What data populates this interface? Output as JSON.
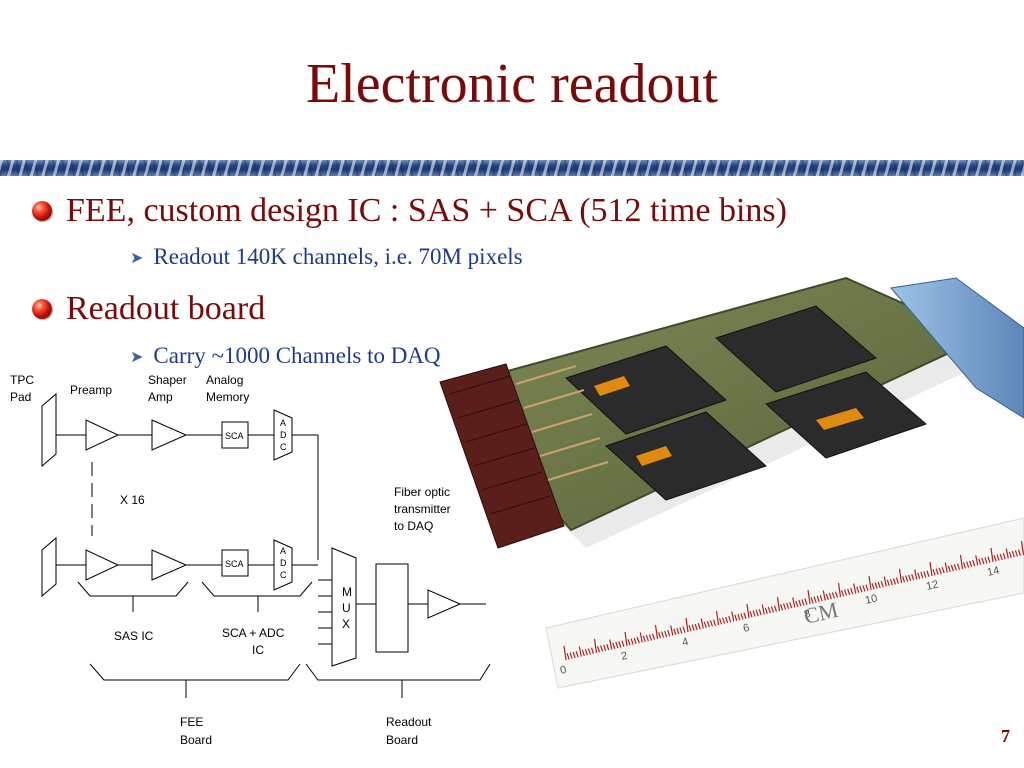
{
  "slide": {
    "title": "Electronic readout",
    "bullets": [
      {
        "text": "FEE, custom design IC : SAS + SCA (512 time bins)",
        "sub": "Readout 140K channels, i.e. 70M pixels"
      },
      {
        "text": "Readout board",
        "sub": "Carry ~1000 Channels to DAQ"
      }
    ],
    "page_number": "7",
    "colors": {
      "title": "#7a0a0a",
      "sub_text": "#1f3a8c",
      "bullet": "#c0120a",
      "arrow": "#3b5fb0"
    },
    "icons": {
      "bullet": "red-ball-bullet-icon",
      "sub_bullet": "blue-arrow-bullet-icon"
    }
  },
  "schematic": {
    "labels": {
      "tpc_pad": [
        "TPC",
        "Pad"
      ],
      "preamp": "Preamp",
      "shaper_amp": [
        "Shaper",
        "Amp"
      ],
      "analog_memory": [
        "Analog",
        "Memory"
      ],
      "sca": "SCA",
      "adc": [
        "A",
        "D",
        "C"
      ],
      "x16": "X 16",
      "fiber": [
        "Fiber optic",
        "transmitter",
        "to DAQ"
      ],
      "mux": [
        "M",
        "U",
        "X"
      ],
      "sas_ic": "SAS IC",
      "sca_adc_ic": [
        "SCA + ADC",
        "IC"
      ],
      "fee_board": [
        "FEE",
        "Board"
      ],
      "readout_board": [
        "Readout",
        "Board"
      ]
    }
  },
  "photo": {
    "ruler_numbers": [
      "0",
      "2",
      "4",
      "6",
      "8",
      "10",
      "12",
      "14"
    ],
    "ruler_unit": "CM"
  }
}
